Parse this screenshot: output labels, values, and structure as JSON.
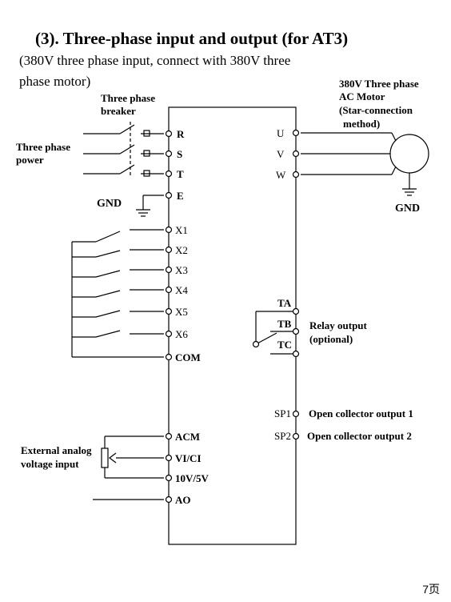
{
  "title": "(3). Three-phase input and output (for AT3)",
  "subtitle_line1": "(380V three phase input, connect with 380V three",
  "subtitle_line2": " phase motor)",
  "labels": {
    "breaker_1": "Three phase",
    "breaker_2": "breaker",
    "power_1": "Three phase",
    "power_2": "power",
    "gnd_left": "GND",
    "motor_1": "380V Three phase",
    "motor_2": "AC Motor",
    "motor_3": "(Star-connection",
    "motor_4": "method)",
    "gnd_right": "GND",
    "relay_1": "Relay output",
    "relay_2": "(optional)",
    "oc1": "Open collector output 1",
    "oc2": "Open collector output 2",
    "analog_1": "External analog",
    "analog_2": "voltage input"
  },
  "terminals_left": {
    "R": "R",
    "S": "S",
    "T": "T",
    "E": "E",
    "X1": "X1",
    "X2": "X2",
    "X3": "X3",
    "X4": "X4",
    "X5": "X5",
    "X6": "X6",
    "COM": "COM",
    "ACM": "ACM",
    "VICI": "VI/CI",
    "V10": "10V/5V",
    "AO": "AO"
  },
  "terminals_right": {
    "U": "U",
    "V": "V",
    "W": "W",
    "TA": "TA",
    "TB": "TB",
    "TC": "TC",
    "SP1": "SP1",
    "SP2": "SP2"
  },
  "page_number": "7页"
}
